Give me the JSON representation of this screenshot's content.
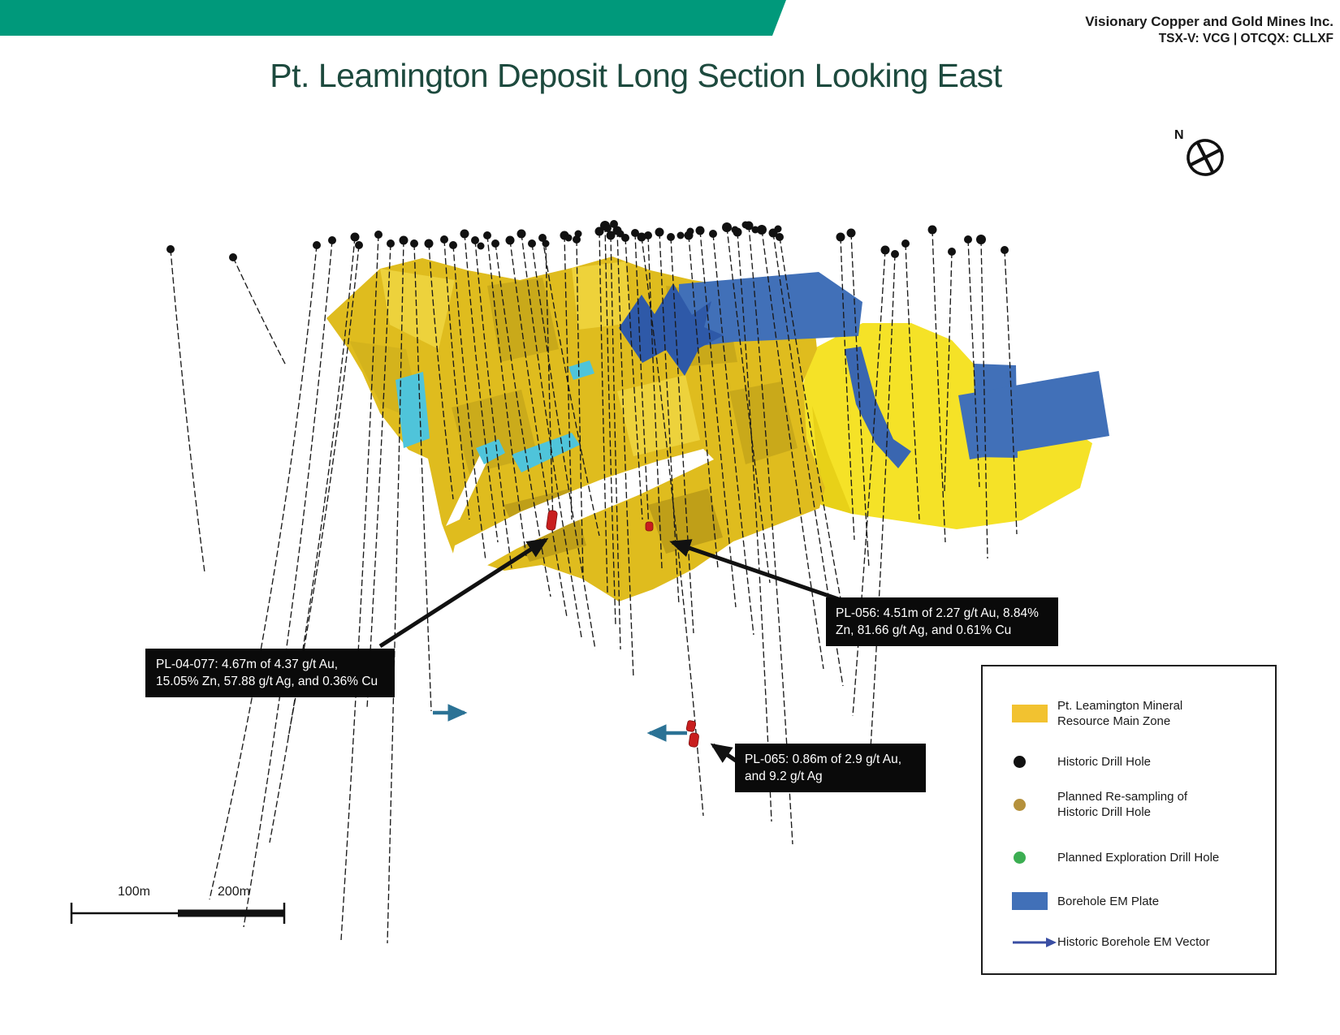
{
  "header": {
    "company_name": "Visionary Copper and Gold Mines Inc.",
    "tickers": "TSX-V: VCG | OTCQX: CLLXF",
    "title": "Pt. Leamington Deposit Long Section Looking East"
  },
  "compass": {
    "north_label": "N"
  },
  "callouts": {
    "pl04077": {
      "line1": "PL-04-077: 4.67m of 4.37 g/t Au,",
      "line2": "15.05% Zn, 57.88 g/t Ag, and 0.36% Cu"
    },
    "pl056": {
      "line1": "PL-056: 4.51m of 2.27 g/t Au, 8.84%",
      "line2": "Zn, 81.66 g/t Ag, and 0.61% Cu"
    },
    "pl065": {
      "line1": "PL-065: 0.86m of 2.9 g/t Au,",
      "line2": "and 9.2 g/t Ag"
    }
  },
  "scale_bar": {
    "label_100": "100m",
    "label_200": "200m"
  },
  "legend": {
    "items": [
      {
        "swatch": "main-zone-yellow-rect",
        "label": "Pt. Leamington Mineral\nResource Main Zone"
      },
      {
        "swatch": "historic-drill-hole-black-dot",
        "label": "Historic Drill Hole"
      },
      {
        "swatch": "planned-resampling-olive-dot",
        "label": "Planned Re-sampling of\nHistoric Drill Hole"
      },
      {
        "swatch": "planned-exploration-green-dot",
        "label": "Planned Exploration Drill Hole"
      },
      {
        "swatch": "borehole-em-plate-blue-rect",
        "label": "Borehole EM Plate"
      },
      {
        "swatch": "historic-borehole-em-vector-arrow",
        "label": "Historic Borehole EM Vector"
      }
    ]
  },
  "colors": {
    "brand_teal": "#00997b",
    "title_green": "#1d4a3e",
    "main_zone_yellow": "#dfbc1e",
    "bright_zone_yellow": "#f5e227",
    "em_plate_blue": "#4170b8",
    "cyan_patch": "#4fc4da",
    "historic_dot_black": "#111111",
    "resample_dot_olive": "#b5913c",
    "planned_dot_green": "#3cae52",
    "legend_vector_navy": "#3a4ea3",
    "section_vector_teal": "#2b7295",
    "intercept_red": "#c81e1e",
    "callout_background": "#0a0a0a"
  }
}
